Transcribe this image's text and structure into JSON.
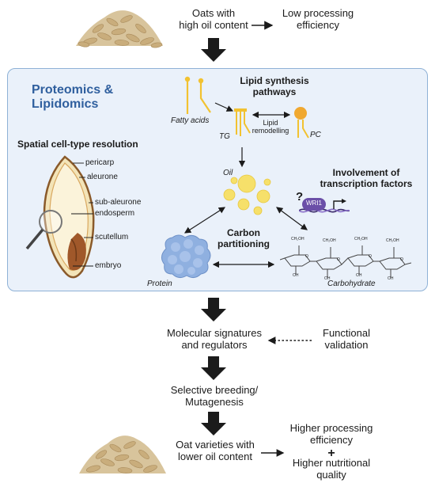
{
  "top": {
    "oats_label": "Oats with\nhigh oil content",
    "low_efficiency": "Low processing\nefficiency"
  },
  "panel": {
    "title": "Proteomics &\nLipidomics",
    "spatial": {
      "title": "Spatial cell-type resolution",
      "labels": [
        "pericarp",
        "aleurone",
        "sub-aleurone",
        "endosperm",
        "scutellum",
        "embryo"
      ]
    },
    "lipid": {
      "title": "Lipid synthesis\npathways",
      "fatty_acids": "Fatty acids",
      "tg": "TG",
      "pc": "PC",
      "remodelling": "Lipid\nremodelling",
      "oil": "Oil"
    },
    "tf": {
      "title": "Involvement of\ntranscription factors",
      "question": "?",
      "gene": "WRI1"
    },
    "carbon": {
      "title": "Carbon\npartitioning",
      "protein": "Protein",
      "carbohydrate": "Carbohydrate",
      "ch2oh": "CH₂OH",
      "oh": "OH",
      "o": "O"
    }
  },
  "flow": {
    "signatures": "Molecular signatures\nand regulators",
    "validation": "Functional\nvalidation",
    "breeding": "Selective breeding/\nMutagenesis",
    "varieties": "Oat varieties with\nlower oil content",
    "higher_efficiency": "Higher processing\nefficiency",
    "plus": "+",
    "higher_quality": "Higher nutritional\nquality"
  },
  "colors": {
    "panel_bg": "#eaf1fa",
    "panel_border": "#8eb1d6",
    "title_blue": "#2f5f9e",
    "lipid_yellow": "#f2c230",
    "pc_orange": "#f0a830",
    "oil_yellow": "#f6e06a",
    "protein_blue": "#8fb0e0",
    "tf_purple": "#6b4fa8",
    "grain_brown": "#a0582a"
  }
}
